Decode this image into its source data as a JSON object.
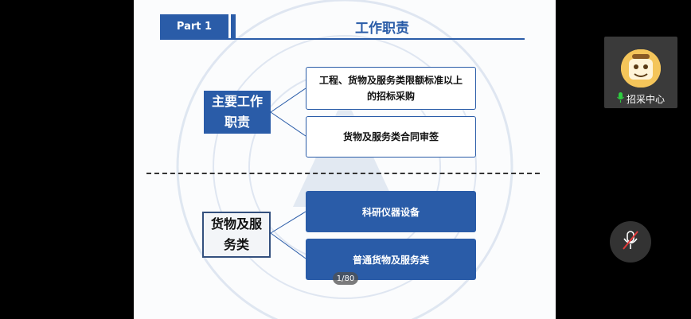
{
  "slide": {
    "part_label": "Part  1",
    "title": "工作职责",
    "section1": {
      "category": "主要工作职责",
      "category_lines": [
        "主要工作",
        "职责"
      ],
      "items": [
        {
          "lines": [
            "工程、货物及服务类限额标准以上",
            "的招标采购"
          ]
        },
        {
          "lines": [
            "货物及服务类合同审签"
          ]
        }
      ]
    },
    "section2": {
      "category": "货物及服务类",
      "category_lines": [
        "货物及服",
        "务类"
      ],
      "items": [
        {
          "label": "科研仪器设备"
        },
        {
          "label": "普通货物及服务类"
        }
      ]
    },
    "page_indicator": "1/80"
  },
  "participant": {
    "name": "招采中心",
    "mic_icon": "mic-icon"
  },
  "controls": {
    "mute_icon": "mic-muted-icon"
  },
  "colors": {
    "accent": "#2a5ca8",
    "mic_active": "#2ecc40",
    "mute_slash": "#e03a3a"
  }
}
